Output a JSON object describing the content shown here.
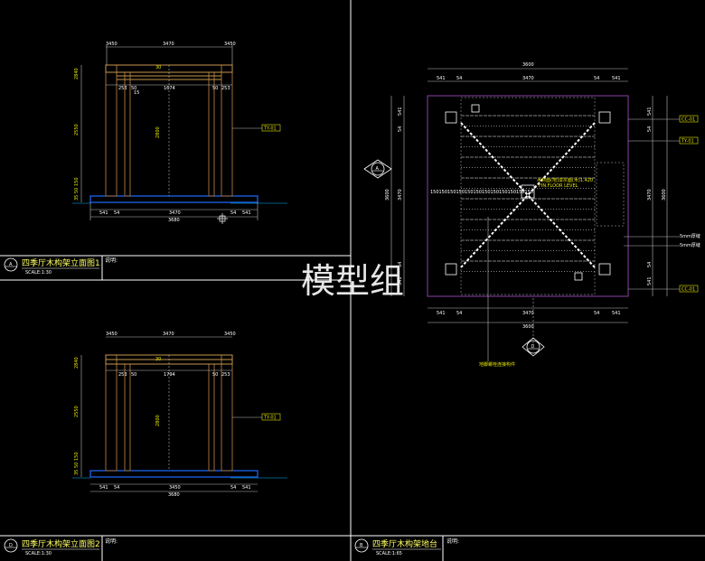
{
  "watermark": "模型组",
  "colors": {
    "background": "#000000",
    "frame": "#ffffff",
    "wood": "#c8964b",
    "post": "#9b6b3a",
    "dim": "#bbbbbb",
    "dim_text": "#e6e600",
    "base": "#1e6bff",
    "purple": "#8b3fa8"
  },
  "panel_a": {
    "marker": "A",
    "title": "四季厅木构架立面图1",
    "scale": "SCALE:1:30",
    "note": "说明:",
    "tag": "TY-01",
    "top_dims": [
      "3450",
      "3470",
      "3450"
    ],
    "mid_dims": [
      "253",
      "50",
      "1674",
      "50",
      "253"
    ],
    "bottom_dims": [
      "541",
      "54",
      "3470",
      "54",
      "541"
    ],
    "total": "3680",
    "left_dims": [
      "2840",
      "2550",
      "150",
      "50",
      "35"
    ],
    "height_label": "2800",
    "small_labels": [
      "30",
      "15"
    ]
  },
  "panel_d": {
    "marker": "D",
    "title": "四季厅木构架立面图2",
    "scale": "SCALE:1:30",
    "note": "说明:",
    "tag": "TY-01",
    "top_dims": [
      "3450",
      "3470",
      "3450"
    ],
    "mid_dims": [
      "253",
      "50",
      "1794",
      "50",
      "253"
    ],
    "bottom_dims": [
      "541",
      "54",
      "3450",
      "54",
      "541"
    ],
    "total": "3680",
    "left_dims": [
      "2840",
      "2550",
      "150",
      "50",
      "35"
    ],
    "height_label": "2800",
    "small_labels": [
      "30"
    ]
  },
  "panel_b": {
    "marker": "B",
    "title": "四季厅木构架地台",
    "scale": "SCALE:1:65",
    "note": "说明:",
    "top_total": "3600",
    "top_dims": [
      "541",
      "54",
      "3470",
      "54",
      "541"
    ],
    "bottom_dims": [
      "541",
      "54",
      "3470",
      "54",
      "541"
    ],
    "bottom_total": "3600",
    "left_dims": [
      "541",
      "54",
      "3470",
      "54",
      "541"
    ],
    "left_total": "3600",
    "right_dims": [
      "541",
      "54",
      "3470",
      "54",
      "541"
    ],
    "right_total": "3600",
    "center_note_1": "木材面(地)漆灰面(木)1.420",
    "center_note_2": "FIN.FLOOR LEVEL",
    "row_dims": [
      "150",
      "150",
      "150",
      "150",
      "150",
      "150",
      "150",
      "150",
      "150",
      "150",
      "150",
      "150"
    ],
    "tags": [
      "CC-01",
      "TY-01",
      "CC-01"
    ],
    "right_notes": [
      "5mm厚缝",
      "5mm厚缝"
    ],
    "bottom_note": "地脚螺栓连接构件",
    "section_a": "A",
    "section_d": "D"
  }
}
